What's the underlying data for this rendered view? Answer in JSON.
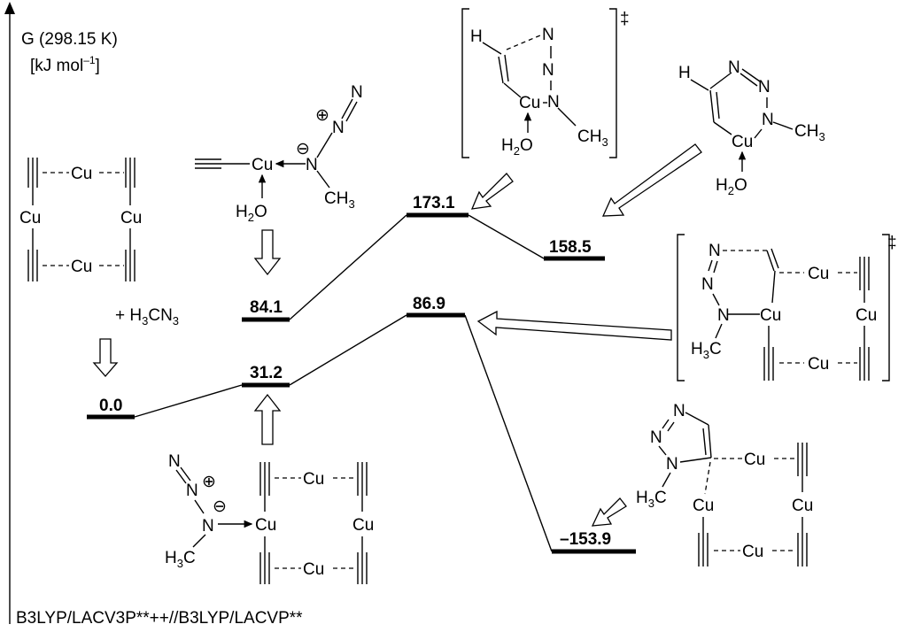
{
  "axis": {
    "title": "G (298.15 K)",
    "unit": "[kJ mol",
    "unit_sup": "–1",
    "unit_close": "]"
  },
  "method": "B3LYP/LACV3P**++//B3LYP/LACVP**",
  "reagent": "+ H₃CN₃",
  "energy_levels": [
    {
      "id": "start",
      "value": "0.0"
    },
    {
      "id": "complex_a",
      "value": "31.2"
    },
    {
      "id": "complex_b",
      "value": "84.1"
    },
    {
      "id": "ts_mono",
      "value": "173.1"
    },
    {
      "id": "int_mono",
      "value": "158.5"
    },
    {
      "id": "ts_di",
      "value": "86.9"
    },
    {
      "id": "product",
      "value": "–153.9"
    }
  ],
  "atoms": {
    "cu": "Cu",
    "n": "N",
    "h": "H",
    "ch3": "CH",
    "h3c": "H",
    "three": "3",
    "h2o_h": "H",
    "h2o_2": "2",
    "h2o_o": "O",
    "plus": "⊕",
    "minus": "⊖",
    "dagger": "‡"
  }
}
